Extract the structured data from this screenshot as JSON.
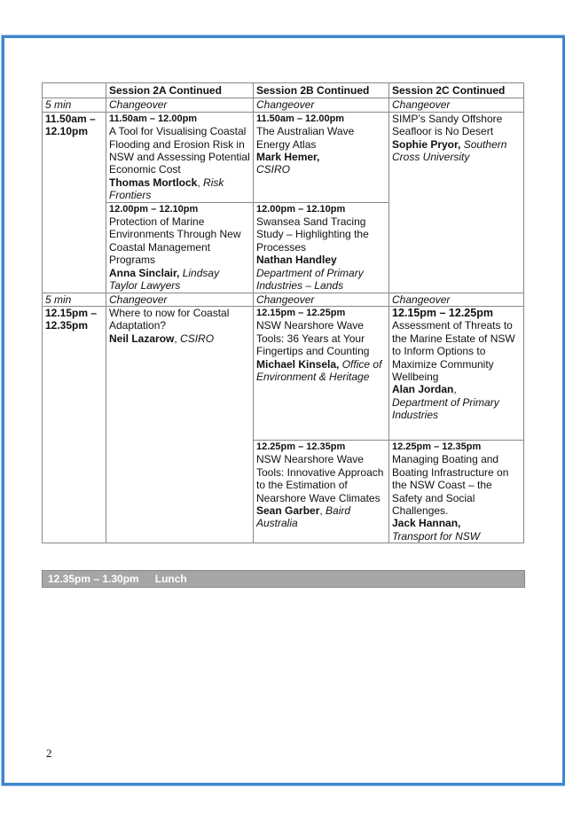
{
  "headers": [
    "",
    "Session 2A Continued",
    "Session 2B Continued",
    "Session 2C Continued"
  ],
  "changeover": {
    "duration": "5 min",
    "label": "Changeover"
  },
  "slot1": {
    "time": "11.50am – 12.10pm",
    "a1": {
      "time": "11.50am – 12.00pm",
      "title": "A Tool for Visualising Coastal Flooding and Erosion Risk in NSW and Assessing Potential Economic Cost",
      "author": "Thomas Mortlock",
      "sep": ", ",
      "org": "Risk Frontiers"
    },
    "a2": {
      "time": "12.00pm – 12.10pm",
      "title": "Protection of Marine Environments Through New Coastal Management Programs",
      "author": "Anna Sinclair,",
      "sep": " ",
      "org": "Lindsay Taylor Lawyers"
    },
    "b1": {
      "time": "11.50am – 12.00pm",
      "title": "The Australian Wave Energy Atlas",
      "author": "Mark Hemer,",
      "org": "CSIRO"
    },
    "b2": {
      "time": "12.00pm – 12.10pm",
      "title": "Swansea Sand Tracing Study – Highlighting the Processes",
      "author": "Nathan Handley",
      "org": "Department of Primary Industries – Lands"
    },
    "c": {
      "title": "SIMP’s Sandy Offshore Seafloor is No Desert",
      "author": "Sophie Pryor,",
      "sep": " ",
      "org": "Southern Cross University"
    }
  },
  "slot2": {
    "time": "12.15pm – 12.35pm",
    "a": {
      "title": "Where to now for Coastal Adaptation?",
      "author": "Neil Lazarow",
      "sep": ", ",
      "org": "CSIRO"
    },
    "b1": {
      "time": "12.15pm – 12.25pm",
      "title": "NSW Nearshore Wave Tools: 36 Years at Your Fingertips and Counting",
      "author": "Michael Kinsela,",
      "sep": " ",
      "org": "Office of Environment & Heritage"
    },
    "b2": {
      "time": "12.25pm – 12.35pm",
      "title": "NSW Nearshore Wave Tools: Innovative Approach to the Estimation of Nearshore Wave Climates",
      "author": "Sean Garber",
      "sep": ", ",
      "org": "Baird Australia"
    },
    "c1": {
      "time": "12.15pm – 12.25pm",
      "title": "Assessment of Threats to the Marine Estate of NSW to Inform Options to Maximize Community Wellbeing",
      "author": "Alan Jordan",
      "sep": ",",
      "org": "Department of Primary Industries"
    },
    "c2": {
      "time": "12.25pm – 12.35pm",
      "title": "Managing Boating and Boating Infrastructure on the NSW Coast – the Safety and Social Challenges.",
      "author": "Jack Hannan,",
      "org": "Transport for NSW"
    }
  },
  "lunch": {
    "time": "12.35pm – 1.30pm",
    "label": "Lunch"
  },
  "page_number": "2"
}
